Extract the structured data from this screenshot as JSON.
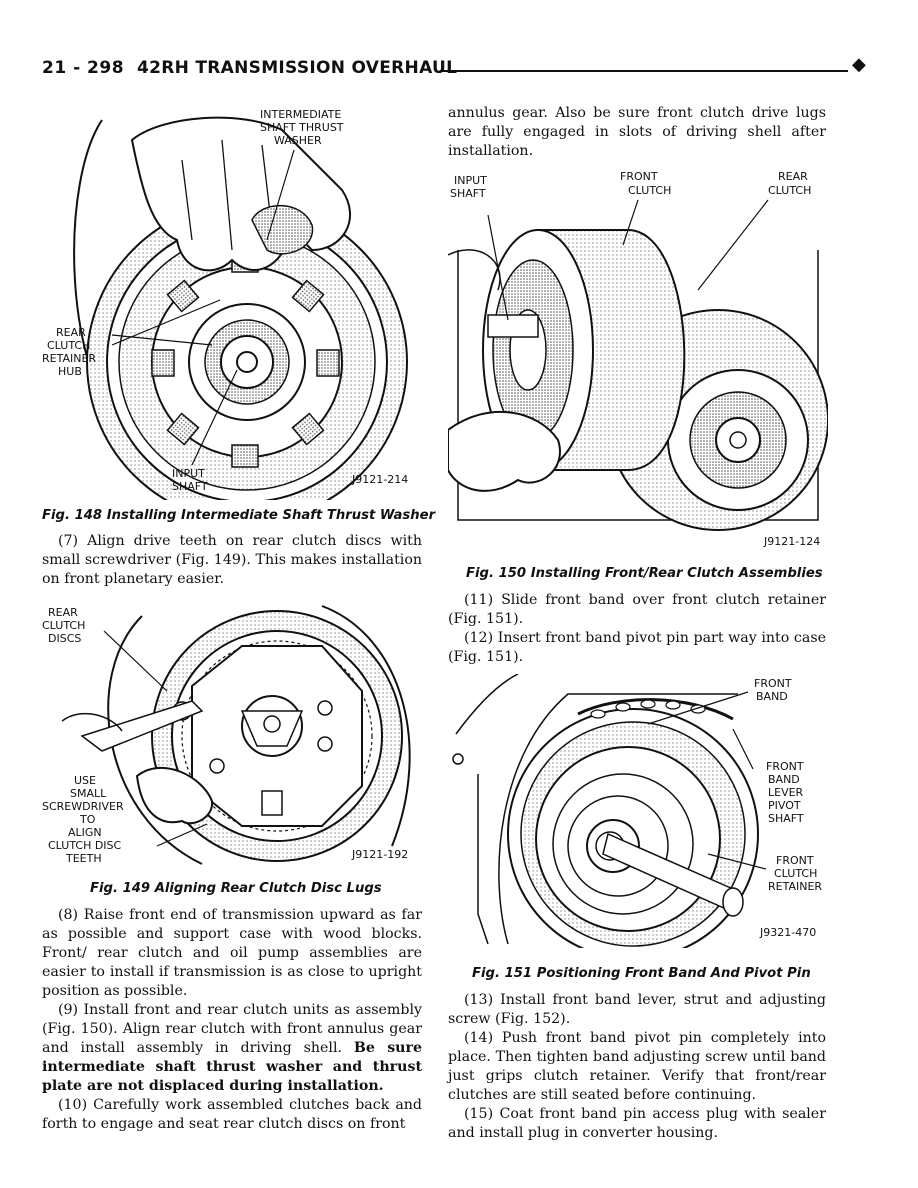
{
  "header": {
    "page_number": "21 - 298",
    "title": "42RH TRANSMISSION OVERHAUL",
    "marker": "◆"
  },
  "fig148": {
    "labels": {
      "washer_l1": "INTERMEDIATE",
      "washer_l2": "SHAFT THRUST",
      "washer_l3": "WASHER",
      "hub_l1": "REAR",
      "hub_l2": "CLUTCH",
      "hub_l3": "RETAINER",
      "hub_l4": "HUB",
      "shaft_l1": "INPUT",
      "shaft_l2": "SHAFT",
      "code": "J9121-214"
    },
    "caption": "Fig. 148 Installing Intermediate Shaft Thrust Washer"
  },
  "fig149": {
    "labels": {
      "discs_l1": "REAR",
      "discs_l2": "CLUTCH",
      "discs_l3": "DISCS",
      "use_l1": "USE",
      "use_l2": "SMALL",
      "use_l3": "SCREWDRIVER",
      "use_l4": "TO",
      "use_l5": "ALIGN",
      "use_l6": "CLUTCH DISC",
      "use_l7": "TEETH",
      "code": "J9121-192"
    },
    "caption": "Fig. 149 Aligning Rear Clutch Disc Lugs"
  },
  "fig150": {
    "labels": {
      "input_l1": "INPUT",
      "input_l2": "SHAFT",
      "front_l1": "FRONT",
      "front_l2": "CLUTCH",
      "rear_l1": "REAR",
      "rear_l2": "CLUTCH",
      "code": "J9121-124"
    },
    "caption": "Fig. 150 Installing Front/Rear Clutch Assemblies"
  },
  "fig151": {
    "labels": {
      "band_l1": "FRONT",
      "band_l2": "BAND",
      "lever_l1": "FRONT",
      "lever_l2": "BAND",
      "lever_l3": "LEVER",
      "lever_l4": "PIVOT",
      "lever_l5": "SHAFT",
      "ret_l1": "FRONT",
      "ret_l2": "CLUTCH",
      "ret_l3": "RETAINER",
      "code": "J9321-470"
    },
    "caption": "Fig. 151 Positioning Front Band And Pivot Pin"
  },
  "text": {
    "p7": "(7) Align drive teeth on rear clutch discs with small screwdriver (Fig. 149). This makes installation on front planetary easier.",
    "p8": "(8) Raise front end of transmission upward as far as possible and support case with wood blocks. Front/ rear clutch and oil pump assemblies are easier to install if transmission is as close to upright position as possible.",
    "p9_a": "(9) Install front and rear clutch units as assembly (Fig. 150). Align rear clutch with front annulus gear and install assembly in driving shell. ",
    "p9_b": "Be sure intermediate shaft thrust washer and thrust plate are not displaced during installation.",
    "p10": "(10) Carefully work assembled clutches back and forth to engage and seat rear clutch discs on front",
    "p10_cont": "annulus gear. Also be sure front clutch drive lugs are fully engaged in slots of driving shell after installation.",
    "p11": "(11) Slide front band over front clutch retainer (Fig. 151).",
    "p12": "(12) Insert front band pivot pin part way into case (Fig. 151).",
    "p13": "(13) Install front band lever, strut and adjusting screw (Fig. 152).",
    "p14": "(14) Push front band pivot pin completely into place. Then tighten band adjusting screw until band just grips clutch retainer. Verify that front/rear clutches are still seated before continuing.",
    "p15": "(15) Coat front band pin access plug with sealer and install plug in converter housing."
  }
}
